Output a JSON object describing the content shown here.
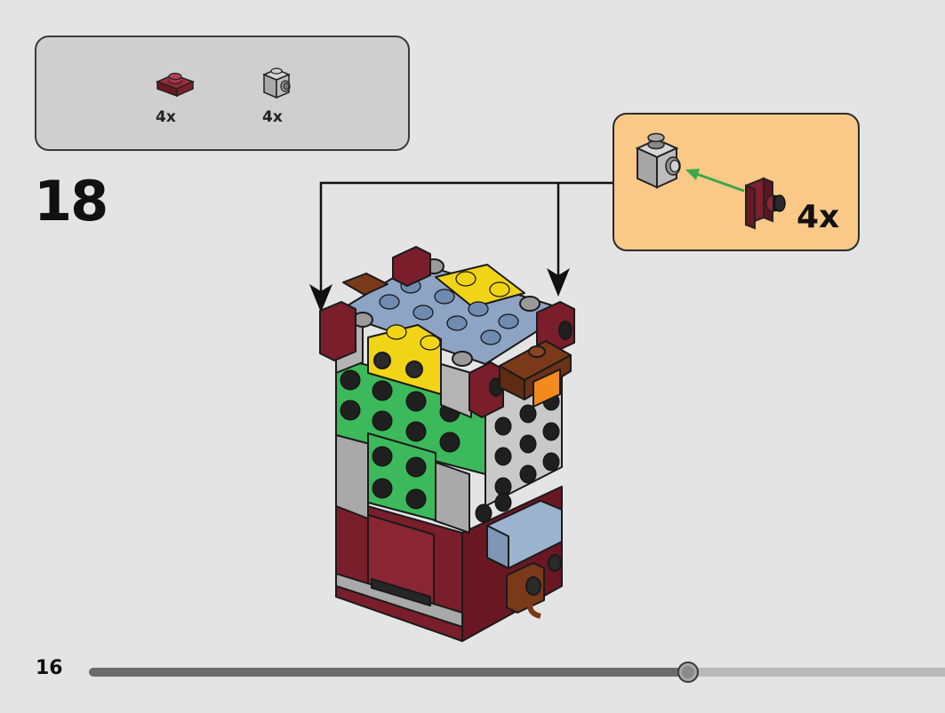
{
  "parts_list": {
    "items": [
      {
        "icon": "dark-red-plate-1x1-icon",
        "quantity": "4x",
        "color": "#7a1e2b"
      },
      {
        "icon": "light-gray-brick-with-side-stud-icon",
        "quantity": "4x",
        "color": "#b4b4b4"
      }
    ]
  },
  "step": {
    "number": "18"
  },
  "callout": {
    "quantity": "4x",
    "arrow_color": "#3aa84a",
    "icons": [
      "light-gray-brick-with-side-stud-icon",
      "dark-red-plate-1x1-icon"
    ]
  },
  "model": {
    "icon": "brickheadz-body-assembly-icon"
  },
  "footer": {
    "page_number": "16",
    "progress_fraction": 0.7
  }
}
